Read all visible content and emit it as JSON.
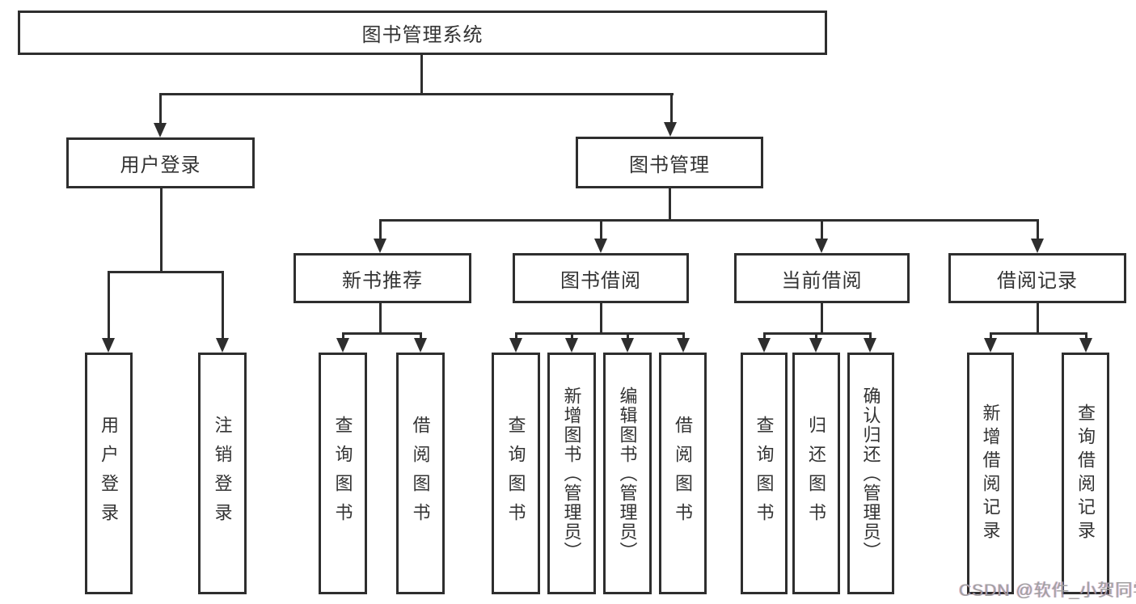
{
  "tree": {
    "root": "图书管理系统",
    "branches": [
      {
        "label": "用户登录",
        "children": [
          "用户登录",
          "注销登录"
        ]
      },
      {
        "label": "图书管理",
        "sections": [
          {
            "label": "新书推荐",
            "children": [
              "查询图书",
              "借阅图书"
            ]
          },
          {
            "label": "图书借阅",
            "children": [
              "查询图书",
              "新增图书（管理员）",
              "编辑图书（管理员）",
              "借阅图书"
            ]
          },
          {
            "label": "当前借阅",
            "children": [
              "查询图书",
              "归还图书",
              "确认归还（管理员）"
            ]
          },
          {
            "label": "借阅记录",
            "children": [
              "新增借阅记录",
              "查询借阅记录"
            ]
          }
        ]
      }
    ]
  },
  "watermark": "CSDN @软件_小贺同学",
  "colors": {
    "line": "#2e2e2e",
    "box_border": "#2e2e2e",
    "text": "#333333",
    "background": "#ffffff",
    "watermark": "#a0a0a0"
  }
}
